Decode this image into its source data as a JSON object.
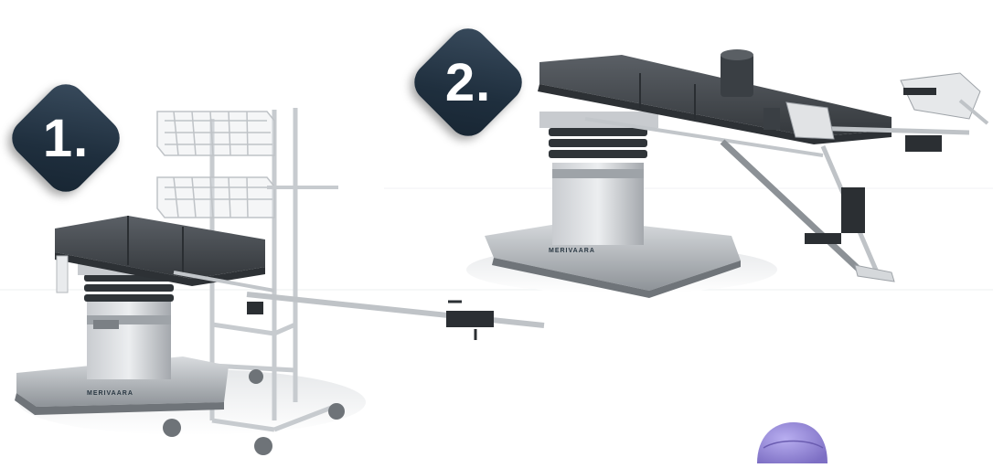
{
  "badges": [
    {
      "label": "1."
    },
    {
      "label": "2."
    }
  ],
  "brand_text": "MERIVAARA",
  "colors": {
    "badge": "#22313f",
    "mattress": "#4a4f55",
    "column": "#2f3438",
    "base": "#b5b9bd",
    "frame": "#cfd3d6",
    "cap": "#9a8fd6"
  }
}
